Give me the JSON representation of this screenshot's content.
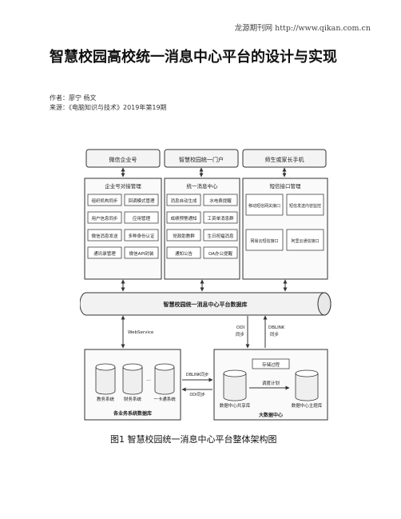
{
  "header": {
    "site": "龙源期刊网 http://www.qikan.com.cn"
  },
  "article": {
    "title": "智慧校园高校统一消息中心平台的设计与实现",
    "author": "作者：廖宁 杨文",
    "source": "来源：《电脑知识与技术》2019年第19期"
  },
  "figure": {
    "caption": "图1  智慧校园统一消息中心平台整体架构图",
    "top_boxes": [
      "微信企业号",
      "智慧校园统一门户",
      "师生或家长手机"
    ],
    "panels": [
      {
        "title": "企业号对接管理",
        "items": [
          "组织机构同步",
          "回调模式管理",
          "用户信息同步",
          "应用管理",
          "微信消息发送",
          "多种身份认证",
          "通讯录管理",
          "微信API封装"
        ]
      },
      {
        "title": "统一消息中心",
        "items": [
          "消息自动生成",
          "水电费提醒",
          "成绩预警通知",
          "工资单消息群",
          "党政助教群",
          "生日祝福消息",
          "通知公告",
          "OA办公提醒"
        ]
      },
      {
        "title": "短信接口管理",
        "items": [
          "移动短信网关接口",
          "短信发送内容监控",
          "网易云短信接口",
          "阿里云通信接口"
        ]
      }
    ],
    "bus": "智慧校园统一消息中心平台数据库",
    "left_db": {
      "label": "各业务系统数据库",
      "items": [
        "教务系统",
        "财务系统",
        "一卡通系统"
      ],
      "ellipsis": "..."
    },
    "right_db": {
      "label": "大数据中心",
      "sync": "存储过程",
      "plan": "调度计划",
      "items": [
        "数据中心共享库",
        "数据中心主题库"
      ]
    },
    "links": {
      "webservice": "WebService",
      "odi": "ODI",
      "odi_sync": "同步",
      "dblink": "DBLINK",
      "dblink_sync": "同步",
      "dblink_mid": "DBLINK同步",
      "odi_mid": "ODI同步"
    }
  }
}
